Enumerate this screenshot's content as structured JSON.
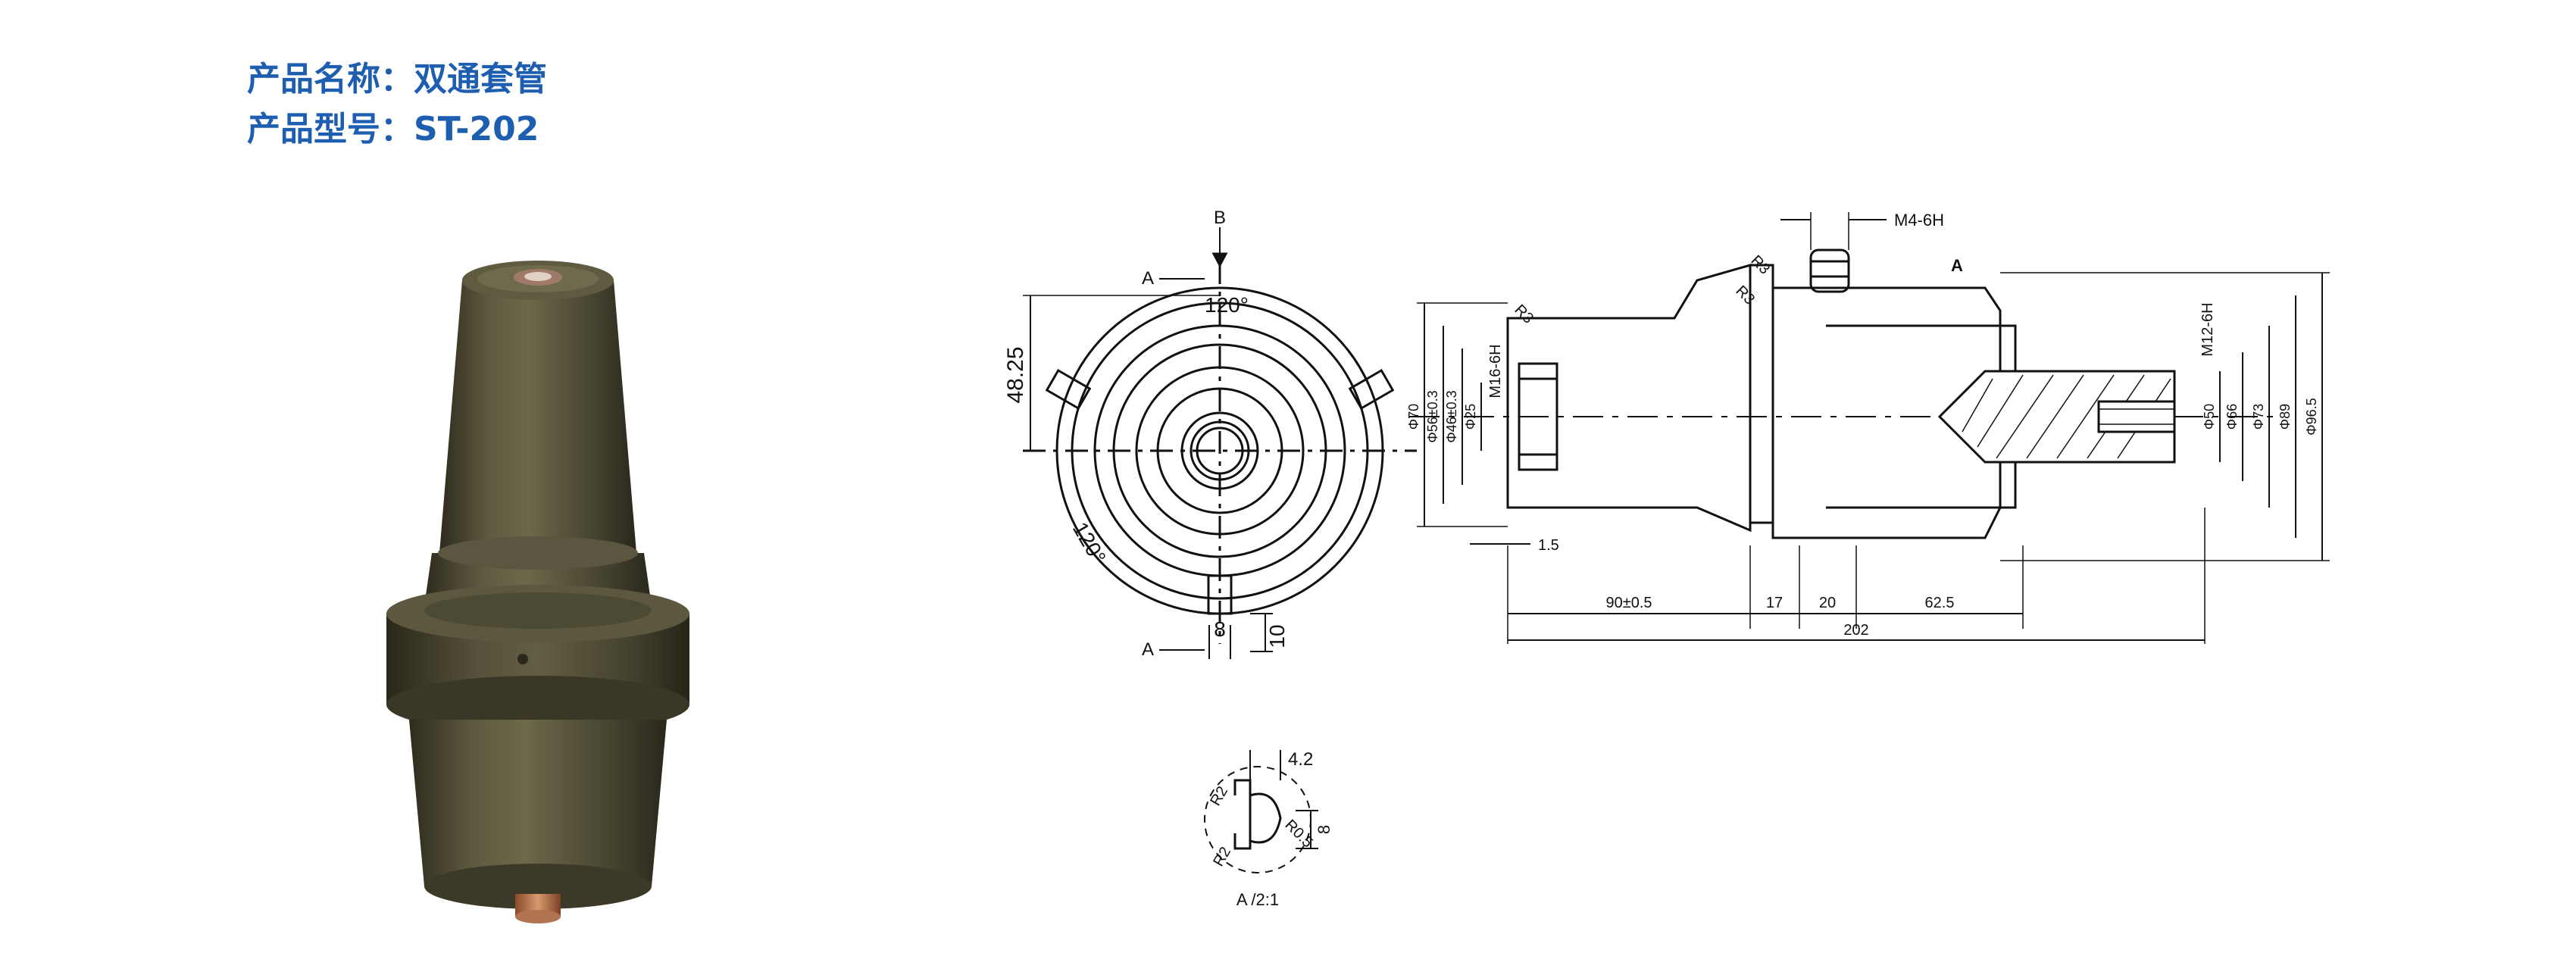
{
  "product": {
    "name_line": "产品名称：双通套管",
    "model_line": "产品型号：ST-202"
  },
  "colors": {
    "heading": "#1e5eb0",
    "body": "#4a4732",
    "line": "#111111"
  },
  "front_view": {
    "view_b": "B",
    "view_a_top": "A",
    "view_a_bottom": "A",
    "angle_top": "120°",
    "angle_bottom": "120°",
    "dim_height": "48.25",
    "dim_slot": "8",
    "dim_depth": "10"
  },
  "detail_view": {
    "dim_width": "4.2",
    "radius_top": "R2",
    "radius_bottom": "R2",
    "radius_small": "R0.5",
    "dim_height": "8",
    "label": "A /2:1"
  },
  "side_view": {
    "thread_top": "M4-6H",
    "thread_left": "M16-6H",
    "thread_right": "M12-6H",
    "section_a": "A",
    "radius_1": "R3",
    "radius_2": "R3",
    "radius_3": "R3",
    "phi_70": "Φ70",
    "phi_56": "Φ56±0.3",
    "phi_46": "Φ46±0.3",
    "phi_25": "Φ25",
    "phi_50": "Φ50",
    "phi_66": "Φ66",
    "phi_73": "Φ73",
    "phi_89": "Φ89",
    "phi_965": "Φ96.5",
    "dim_15": "1.5",
    "dim_90": "90±0.5",
    "dim_17": "17",
    "dim_20": "20",
    "dim_625": "62.5",
    "dim_202": "202"
  }
}
